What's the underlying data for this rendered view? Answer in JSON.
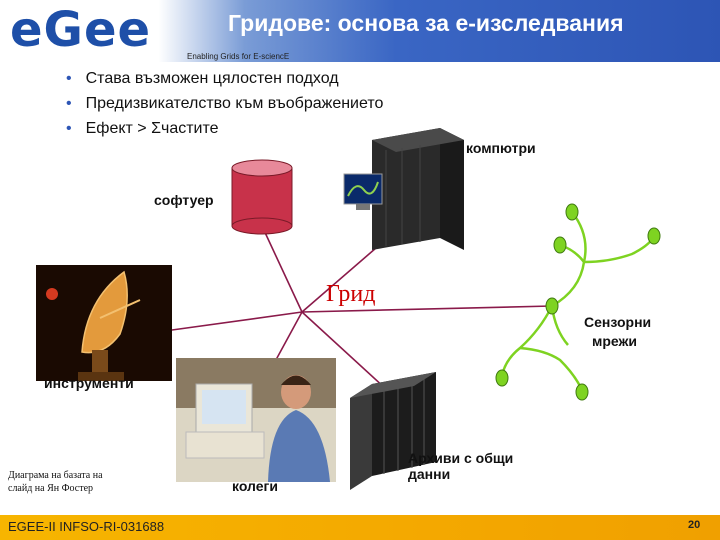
{
  "header": {
    "title": "Гридове: основа за е-изследвания",
    "subtitle": "Enabling Grids for E-sciencE",
    "logo_text": "eGee"
  },
  "bullets": [
    "Става възможен цялостен подход",
    "Предизвикателство към въображението",
    "Ефект > Σчастите"
  ],
  "labels": {
    "software": "софтуер",
    "computers": "компютри",
    "grid": "Грид",
    "sensor_networks_line1": "Сензорни",
    "sensor_networks_line2": "мрежи",
    "instruments": "инструменти",
    "colleagues": "колеги",
    "archives_line1": "Архиви с общи",
    "archives_line2": "данни"
  },
  "credit": {
    "line1": "Диаграма на базата на",
    "line2": "слайд на Ян Фостер"
  },
  "footer": {
    "text": "EGEE-II INFSO-RI-031688",
    "page_number": "20"
  },
  "colors": {
    "accent_blue": "#2d55b5",
    "footer_orange": "#f3a600",
    "grid_red": "#cc0000",
    "line_purple": "#8a1a4a",
    "sensor_green": "#7ed321",
    "db_red": "#c8324a"
  }
}
